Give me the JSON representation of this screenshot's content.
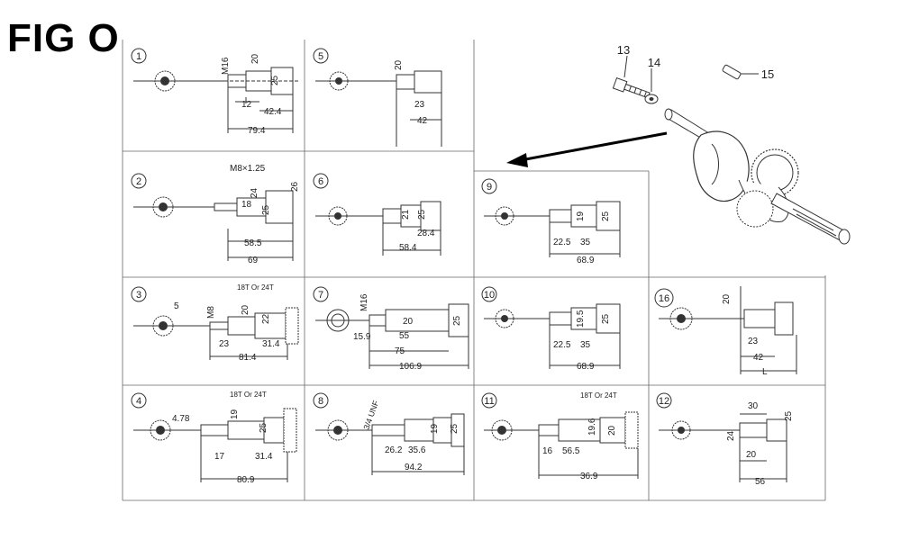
{
  "figure_title": "FIG O",
  "callouts": {
    "c13": "13",
    "c14": "14",
    "c15": "15"
  },
  "panels": [
    {
      "id": "p1",
      "num": "1",
      "labels": {
        "m": "M16",
        "a": "20",
        "b": "25",
        "c": "12",
        "d": "42.4",
        "len": "79.4"
      }
    },
    {
      "id": "p2",
      "num": "2",
      "labels": {
        "m": "M8×1.25",
        "a": "24",
        "b": "25",
        "e": "26",
        "c": "18",
        "d": "58.5",
        "len": "69"
      }
    },
    {
      "id": "p3",
      "num": "3",
      "labels": {
        "s": "5",
        "m": "M8",
        "a": "20",
        "b": "22",
        "gear": "18T Or 24T",
        "c": "23",
        "d": "31.4",
        "len": "81.4"
      }
    },
    {
      "id": "p4",
      "num": "4",
      "labels": {
        "s": "4.78",
        "a": "19",
        "b": "25",
        "gear": "18T Or 24T",
        "c": "17",
        "d": "31.4",
        "len": "80.9"
      }
    },
    {
      "id": "p5",
      "num": "5",
      "labels": {
        "a": "20",
        "b": "23",
        "d": "42"
      }
    },
    {
      "id": "p6",
      "num": "6",
      "labels": {
        "a": "21",
        "b": "25",
        "c": "28.4",
        "len": "58.4"
      }
    },
    {
      "id": "p7",
      "num": "7",
      "labels": {
        "m": "M16",
        "s": "15.9",
        "a": "20",
        "b": "25",
        "c": "55",
        "d": "75",
        "len": "106.9"
      }
    },
    {
      "id": "p8",
      "num": "8",
      "labels": {
        "m": "3/4 UNF",
        "c": "26.2",
        "d": "35.6",
        "a": "19",
        "b": "25",
        "len": "94.2"
      }
    },
    {
      "id": "p9",
      "num": "9",
      "labels": {
        "a": "19",
        "b": "25",
        "c": "22.5",
        "d": "35",
        "len": "68.9"
      }
    },
    {
      "id": "p10",
      "num": "10",
      "labels": {
        "a": "19.5",
        "b": "25",
        "c": "22.5",
        "d": "35",
        "len": "68.9"
      }
    },
    {
      "id": "p11",
      "num": "11",
      "labels": {
        "gear": "18T Or 24T",
        "c": "16",
        "d": "56.5",
        "a": "19.6",
        "b": "20",
        "len": "36.9"
      }
    },
    {
      "id": "p12",
      "num": "12",
      "labels": {
        "a": "30",
        "b": "25",
        "s": "24",
        "c": "20",
        "len": "56"
      }
    },
    {
      "id": "p16",
      "num": "16",
      "labels": {
        "a": "20",
        "b": "23",
        "d": "42",
        "len": "L"
      }
    }
  ]
}
